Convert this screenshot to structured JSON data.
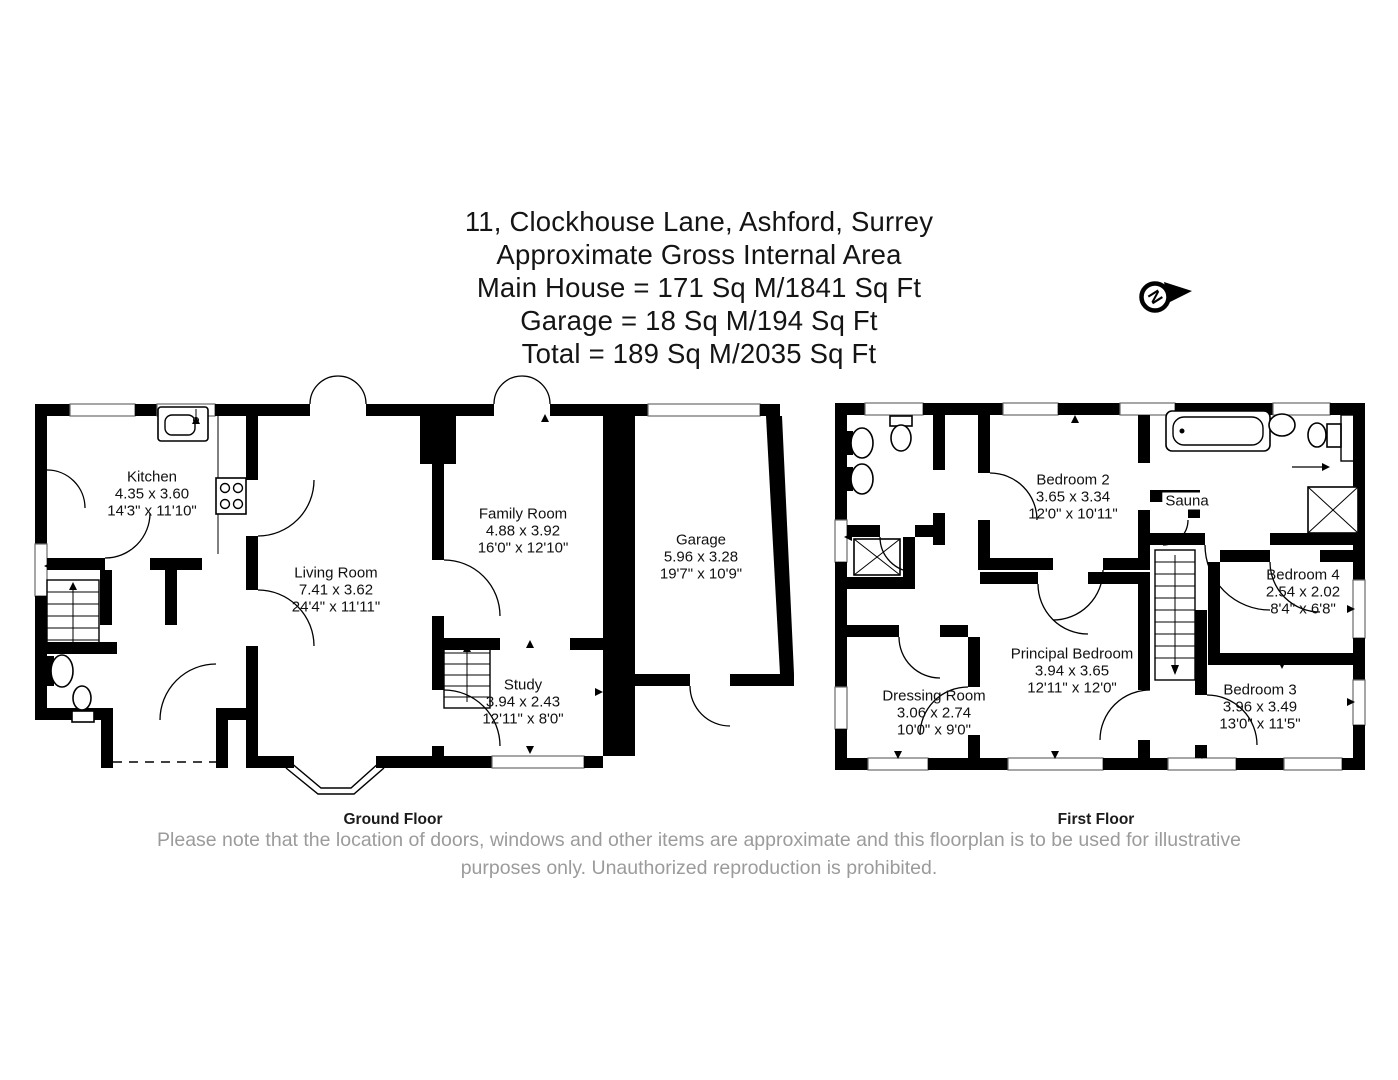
{
  "title": {
    "lines": [
      "11, Clockhouse Lane, Ashford, Surrey",
      "Approximate Gross Internal Area",
      "Main House = 171 Sq M/1841 Sq Ft",
      "Garage = 18 Sq M/194 Sq Ft",
      "Total = 189 Sq M/2035 Sq Ft"
    ]
  },
  "compass": {
    "north_letter": "N"
  },
  "ground_floor": {
    "caption": "Ground Floor",
    "rooms": {
      "kitchen": {
        "name": "Kitchen",
        "metric": "4.35 x 3.60",
        "imperial": "14'3\" x 11'10\""
      },
      "living_room": {
        "name": "Living Room",
        "metric": "7.41 x 3.62",
        "imperial": "24'4\" x 11'11\""
      },
      "family_room": {
        "name": "Family Room",
        "metric": "4.88 x 3.92",
        "imperial": "16'0\" x 12'10\""
      },
      "garage": {
        "name": "Garage",
        "metric": "5.96 x 3.28",
        "imperial": "19'7\" x 10'9\""
      },
      "study": {
        "name": "Study",
        "metric": "3.94 x 2.43",
        "imperial": "12'11\" x 8'0\""
      }
    }
  },
  "first_floor": {
    "caption": "First Floor",
    "rooms": {
      "bedroom_2": {
        "name": "Bedroom 2",
        "metric": "3.65 x 3.34",
        "imperial": "12'0\" x 10'11\""
      },
      "sauna": {
        "name": "Sauna"
      },
      "principal_bedroom": {
        "name": "Principal Bedroom",
        "metric": "3.94 x 3.65",
        "imperial": "12'11\" x 12'0\""
      },
      "dressing_room": {
        "name": "Dressing Room",
        "metric": "3.06 x 2.74",
        "imperial": "10'0\" x 9'0\""
      },
      "bedroom_4": {
        "name": "Bedroom 4",
        "metric": "2.54 x 2.02",
        "imperial": "8'4\" x 6'8\""
      },
      "bedroom_3": {
        "name": "Bedroom 3",
        "metric": "3.96 x 3.49",
        "imperial": "13'0\" x 11'5\""
      }
    }
  },
  "disclaimer": {
    "line1": "Please note that the location of doors, windows and other items are approximate and this floorplan is to be used for illustrative",
    "line2": "purposes only. Unauthorized reproduction is prohibited."
  },
  "colors": {
    "wall": "#000000",
    "text": "#141414",
    "disclaimer_text": "#9b9b9b"
  }
}
